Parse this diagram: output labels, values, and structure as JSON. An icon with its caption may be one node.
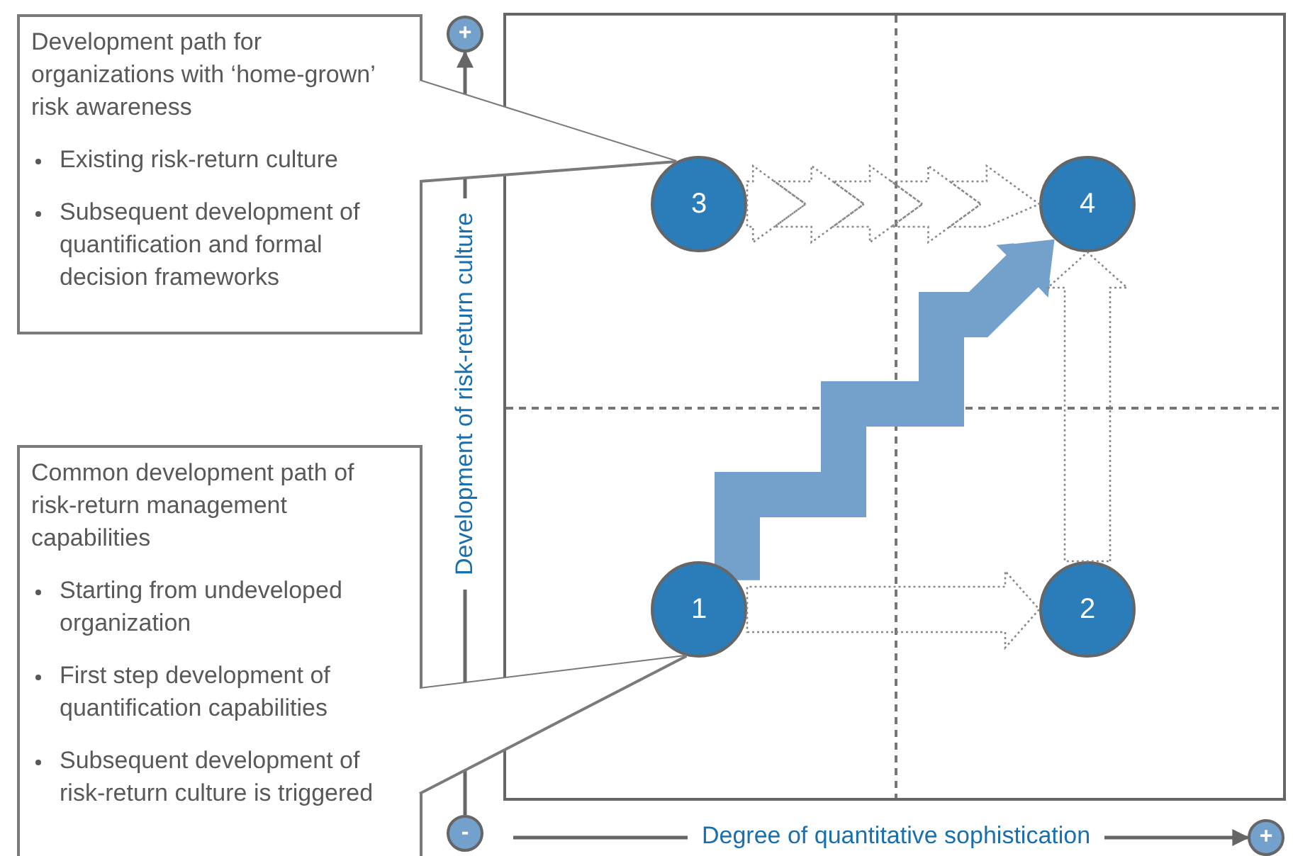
{
  "diagram": {
    "nodes": [
      {
        "text": [
          "Development path for organizations with ‘home-grown’ risk awareness",
          "Existing risk-return culture",
          "Subsequent development of quantification and formal decision frameworks"
        ]
      },
      {
        "text": [
          "3"
        ]
      },
      {
        "text": [
          "4"
        ]
      },
      {
        "text": [
          "Common development path of risk-return management capabilities",
          "Starting from undeveloped organization",
          "First step development of quantification capabilities",
          "Subsequent development of risk-return culture is triggered"
        ]
      },
      {
        "text": [
          "1"
        ]
      },
      {
        "text": [
          "2"
        ]
      },
      {
        "text": [
          "+"
        ]
      },
      {
        "text": [
          "-"
        ]
      },
      {
        "text": [
          "+"
        ]
      }
    ],
    "edges": [
      {
        "from": 0,
        "to": 1,
        "arrow": "none"
      },
      {
        "from": 3,
        "to": 4,
        "arrow": "none"
      },
      {
        "from": 1,
        "to": 2,
        "arrow": "to",
        "style": "dashed"
      },
      {
        "from": 4,
        "to": 5,
        "arrow": "to",
        "style": "dashed"
      },
      {
        "from": 5,
        "to": 2,
        "arrow": "to",
        "style": "dashed"
      },
      {
        "from": 4,
        "to": 2,
        "arrow": "to",
        "style": "thick",
        "color": "#74a0cc"
      },
      {
        "from": 7,
        "to": 6,
        "arrow": "to"
      },
      {
        "from": null,
        "to": 8,
        "arrow": "to"
      }
    ],
    "labels": [
      "Development of risk-return culture",
      "Degree of quantitative sophistication"
    ]
  }
}
